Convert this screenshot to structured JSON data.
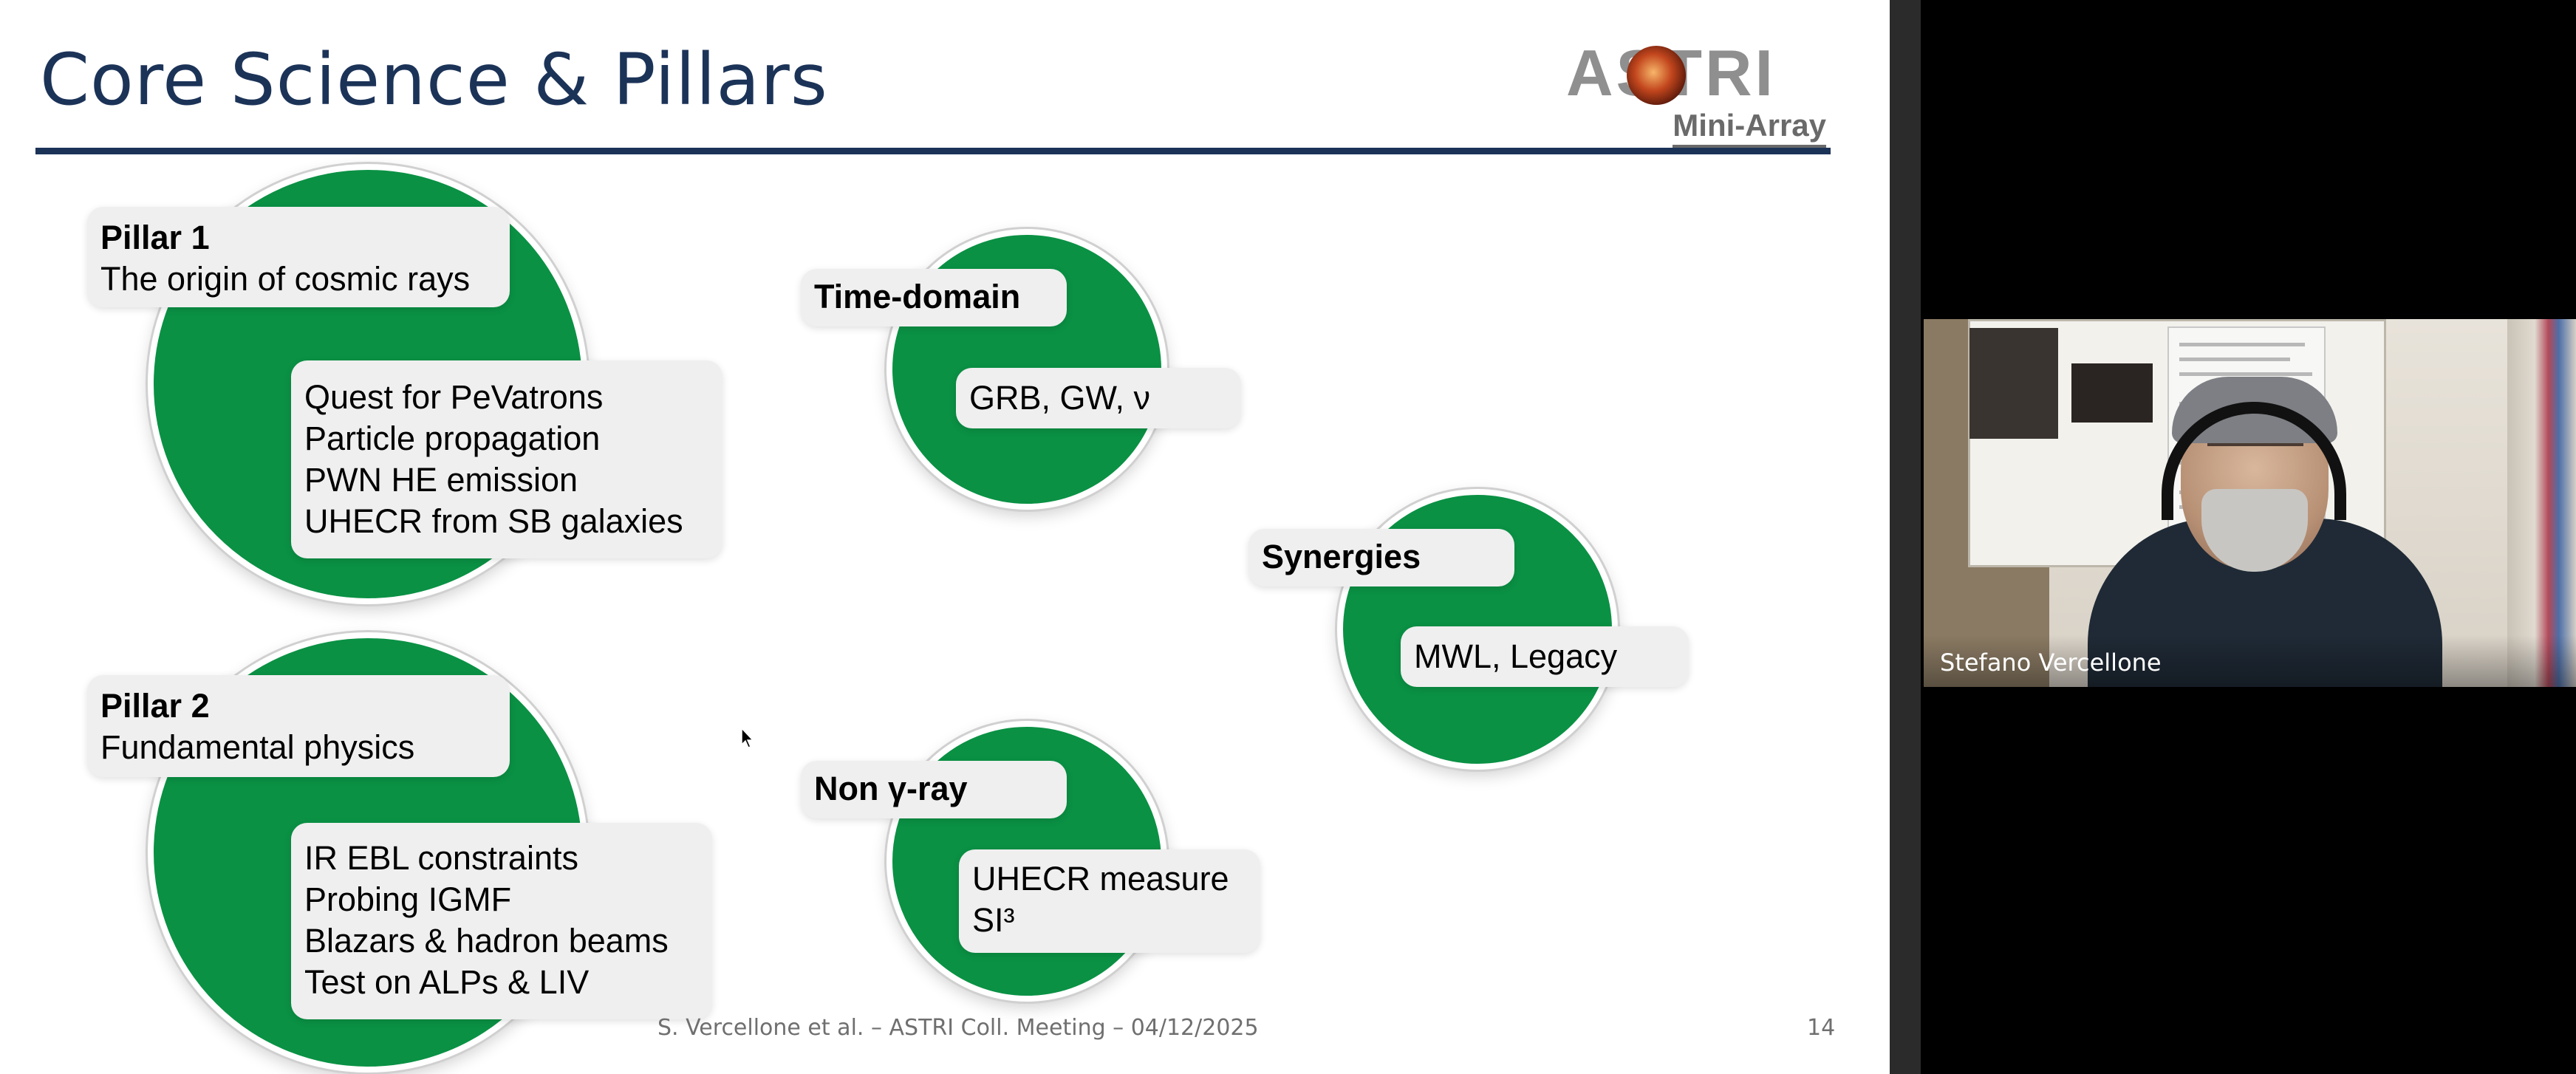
{
  "slide": {
    "title": "Core Science & Pillars",
    "logo": {
      "text": "ASTRI",
      "subtitle": "Mini-Array"
    },
    "footer": "S. Vercellone et al. – ASTRI Coll. Meeting – 04/12/2025",
    "page_number": "14",
    "pillar1": {
      "heading": "Pillar 1",
      "subtitle": "The origin of cosmic rays",
      "items": [
        "Quest for PeVatrons",
        "Particle propagation",
        "PWN HE emission",
        "UHECR from SB galaxies"
      ]
    },
    "pillar2": {
      "heading": "Pillar 2",
      "subtitle": "Fundamental physics",
      "items": [
        "IR EBL constraints",
        "Probing IGMF",
        "Blazars & hadron beams",
        "Test on ALPs & LIV"
      ]
    },
    "time_domain": {
      "heading": "Time-domain",
      "item": "GRB, GW, ν"
    },
    "synergies": {
      "heading": "Synergies",
      "item": "MWL, Legacy"
    },
    "non_gamma": {
      "heading": "Non γ-ray",
      "items": [
        "UHECR measure",
        "SI³"
      ]
    },
    "colors": {
      "title": "#1c3358",
      "circle": "#0a9144",
      "box": "#efefef"
    }
  },
  "webcam": {
    "participant_name": "Stefano Vercellone"
  }
}
